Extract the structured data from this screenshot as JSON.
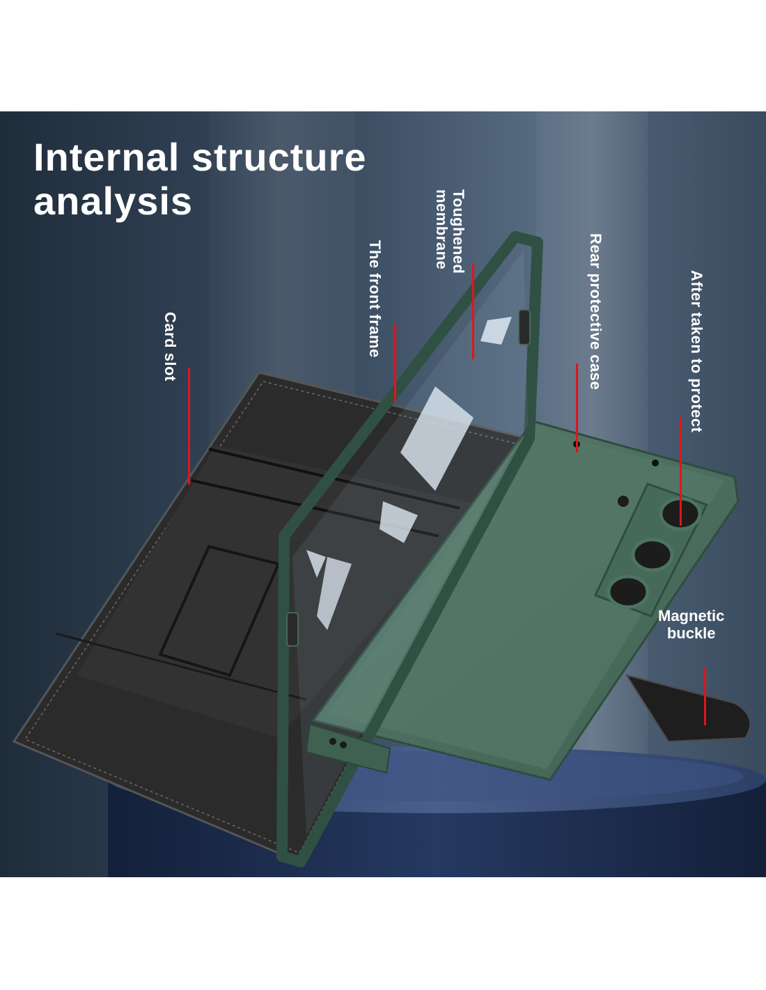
{
  "title": {
    "line1": "Internal structure",
    "line2": "analysis"
  },
  "labels": {
    "card_slot": "Card slot",
    "front_frame": "The front frame",
    "toughened_line1": "Toughened",
    "toughened_line2": "membrane",
    "rear_case": "Rear protective case",
    "after_taken": "After taken to protect",
    "magnetic_line1": "Magnetic",
    "magnetic_line2": "buckle"
  },
  "colors": {
    "pointer": "#e0151a",
    "case_green": "#4a6e5e",
    "frame_green": "#34564a",
    "leather": "#2f2f2f"
  }
}
